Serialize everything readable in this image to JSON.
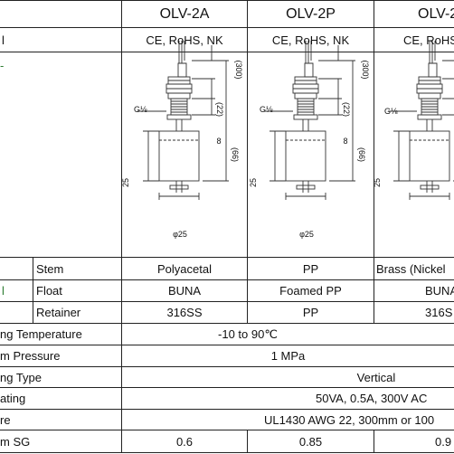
{
  "header": {
    "models": [
      "OLV-2A",
      "OLV-2P",
      "OLV-2"
    ],
    "approval_label": "l",
    "approvals": [
      "CE, RoHS, NK",
      "CE, RoHS, NK",
      "CE, RoHS"
    ]
  },
  "drawing": {
    "left_mark": "-",
    "dims": {
      "lead": "(300)",
      "upper": "(22)",
      "total": "(66)",
      "gap": "8",
      "height": "25",
      "dia": "φ25",
      "thread": "G⅛"
    }
  },
  "materials": {
    "group_mark": "l",
    "rows": [
      {
        "label": "Stem",
        "values": [
          "Polyacetal",
          "PP",
          "Brass (Nickel"
        ]
      },
      {
        "label": "Float",
        "values": [
          "BUNA",
          "Foamed PP",
          "BUNA"
        ]
      },
      {
        "label": "Retainer",
        "values": [
          "316SS",
          "PP",
          "316S"
        ]
      }
    ]
  },
  "specs": [
    {
      "label": "ng Temperature",
      "value": "-10 to 90℃"
    },
    {
      "label": "m Pressure",
      "value": "1 MPa"
    },
    {
      "label": "ng Type",
      "value": "Vertical"
    },
    {
      "label": "ating",
      "value": "50VA, 0.5A, 300V AC"
    },
    {
      "label": "re",
      "value": "UL1430 AWG 22, 300mm or 100"
    }
  ],
  "sg_row": {
    "label": "m SG",
    "values": [
      "0.6",
      "0.85",
      "0.9"
    ]
  }
}
